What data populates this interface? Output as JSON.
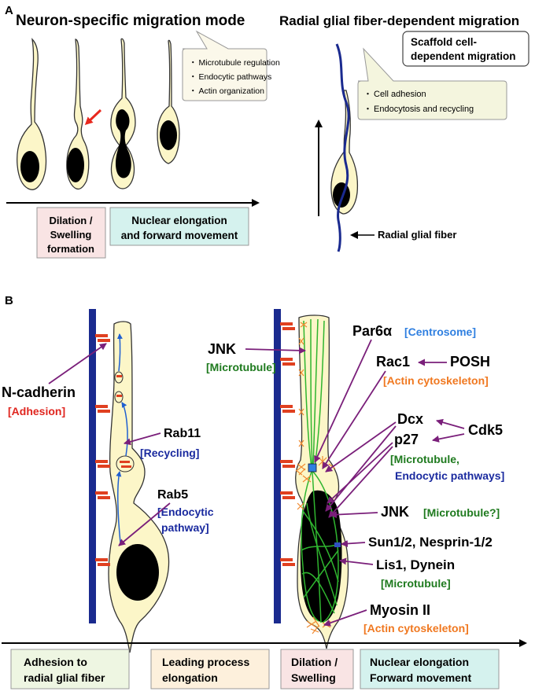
{
  "panel_a": {
    "label": "A",
    "left_title": "Neuron-specific migration mode",
    "right_title": "Radial glial fiber-dependent migration",
    "callout_left": {
      "items": [
        "Microtubule regulation",
        "Endocytic pathways",
        "Actin organization"
      ],
      "bullet": "・"
    },
    "callout_right": {
      "items": [
        "Cell adhesion",
        "Endocytosis and recycling"
      ],
      "bullet": "・"
    },
    "scaffold_box": {
      "lines": [
        "Scaffold cell-",
        "dependent migration"
      ]
    },
    "stage_boxes": [
      {
        "lines": [
          "Dilation /",
          "Swelling",
          "formation"
        ],
        "color": "#f9e4e4"
      },
      {
        "lines": [
          "Nuclear elongation",
          "and forward movement"
        ],
        "color": "#d5f2ee"
      }
    ],
    "radial_glial_label": "Radial glial fiber"
  },
  "panel_b": {
    "label": "B",
    "left_labels": {
      "ncadherin": "N-cadherin",
      "adhesion": "[Adhesion]",
      "rab11": "Rab11",
      "recycling": "[Recycling]",
      "rab5": "Rab5",
      "endocytic_1": "[Endocytic",
      "endocytic_2": "pathway]"
    },
    "right_labels": {
      "par6": "Par6α",
      "centrosome": "[Centrosome]",
      "jnk_top": "JNK",
      "microtubule_1": "[Microtubule]",
      "rac1": "Rac1",
      "posh": "POSH",
      "actin_1": "[Actin cytoskeleton]",
      "dcx": "Dcx",
      "p27": "p27",
      "cdk5": "Cdk5",
      "mt_endo_1": "[Microtubule,",
      "mt_endo_2": "Endocytic pathways]",
      "jnk_mid": "JNK",
      "mt_q": "[Microtubule?]",
      "sun": "Sun1/2, Nesprin-1/2",
      "lis1": "Lis1, Dynein",
      "microtubule_2": "[Microtubule]",
      "myosin": "Myosin II",
      "actin_2": "[Actin cytoskeleton]"
    },
    "stage_boxes": [
      {
        "lines": [
          "Adhesion to",
          "radial glial fiber"
        ],
        "color": "#eef6e2"
      },
      {
        "lines": [
          "Leading process",
          "elongation"
        ],
        "color": "#fdf0dc"
      },
      {
        "lines": [
          "Dilation /",
          "Swelling"
        ],
        "color": "#f9e4e4"
      },
      {
        "lines": [
          "Nuclear elongation",
          "Forward movement"
        ],
        "color": "#d5f2ee"
      }
    ]
  },
  "colors": {
    "cell_fill": "#fcf6c8",
    "nucleus": "#000000",
    "glia": "#1a2a8f",
    "arrow_purple": "#7a1f7a",
    "red_arrow": "#e8281e",
    "green_text": "#1e7a1e",
    "blue_text": "#1a2a9f",
    "orange_text": "#f07820",
    "red_text": "#e0261f",
    "centrosome_text": "#2f7fe0",
    "microtubule_green": "#2fb52f",
    "actin_orange": "#f08a30",
    "callout_fill": "#fbf8ea",
    "callout_right_fill": "#f4f5de"
  }
}
